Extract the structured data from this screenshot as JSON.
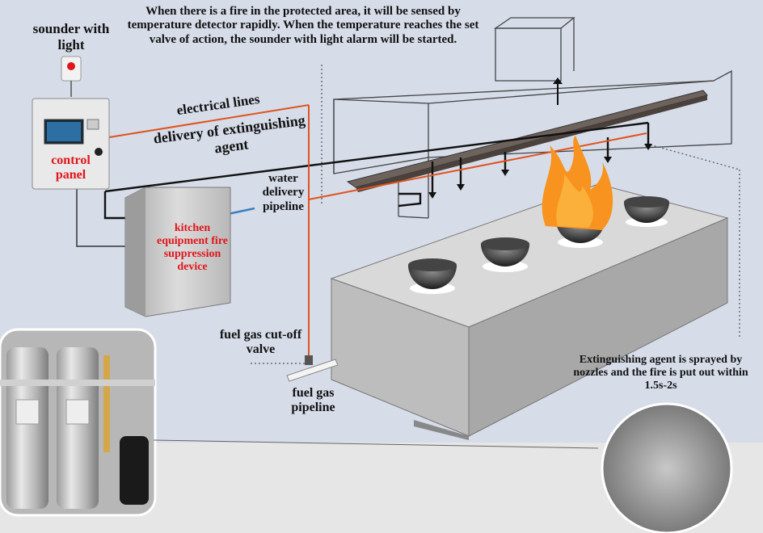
{
  "top_note": "When there is a fire in the protected area, it will be sensed by temperature detector rapidly. When the temperature reaches the set valve of action, the sounder with light alarm will be started.",
  "labels": {
    "sounder": "sounder with light",
    "control_panel": "control panel",
    "electrical_lines": "electrical lines",
    "delivery_agent": "delivery of extinguishing agent",
    "water_pipeline": "water delivery pipeline",
    "suppression_device": "kitchen equipment fire suppression device",
    "fuel_valve": "fuel gas cut-off valve",
    "fuel_pipeline": "fuel gas pipeline",
    "sprayed_note": "Extinguishing agent is sprayed by nozzles and the fire is put out within 1.5s-2s"
  },
  "colors": {
    "background": "#d6dce8",
    "floor": "#e6e6e6",
    "electric_line": "#e0531f",
    "label_red": "#e0151a",
    "flame_outer": "#f7931e",
    "flame_inner": "#fbb03b"
  },
  "icons": [
    "alarm-bell-icon",
    "flame-icon",
    "cylinder-icon"
  ]
}
